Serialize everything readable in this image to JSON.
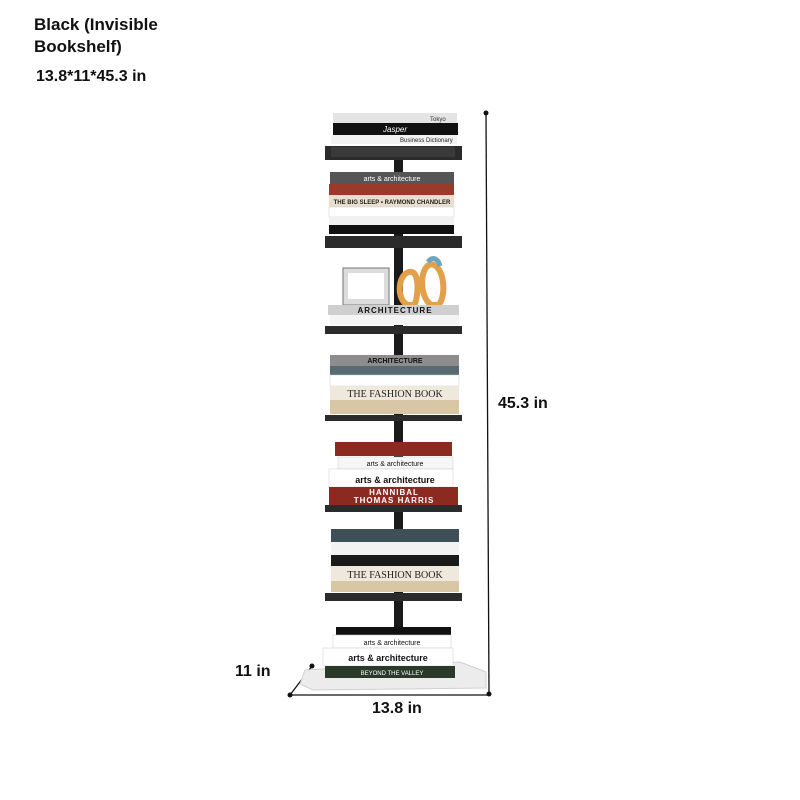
{
  "product": {
    "title": "Black (Invisible Bookshelf)",
    "size_text": "13.8*11*45.3 in"
  },
  "dimensions": {
    "height_label": "45.3 in",
    "width_label": "13.8 in",
    "depth_label": "11 in"
  },
  "colors": {
    "shelf": "#2b2b2b",
    "pole": "#1a1a1a",
    "base": "#ececec",
    "red_book": "#8c2a22",
    "teal_book": "#3e4f57",
    "tan_book": "#d9c6a5"
  },
  "book_spines": {
    "top_1": "Tokyo",
    "top_2": "Jasper",
    "top_3": "Business Dictionary",
    "s2_1": "arts & architecture",
    "s2_2": "THE BIG SLEEP • RAYMOND CHANDLER",
    "s3_1": "ARCHITECTURE",
    "s4_1": "ARCHITECTURE",
    "s4_2": "THE FASHION BOOK",
    "s5_1": "arts & architecture",
    "s5_2": "arts & architecture",
    "s5_3": "HANNIBAL",
    "s5_4": "THOMAS HARRIS",
    "s6_1": "THE FASHION BOOK",
    "b_1": "arts & architecture",
    "b_2": "arts & architecture",
    "b_3": "BEYOND THE VALLEY"
  }
}
